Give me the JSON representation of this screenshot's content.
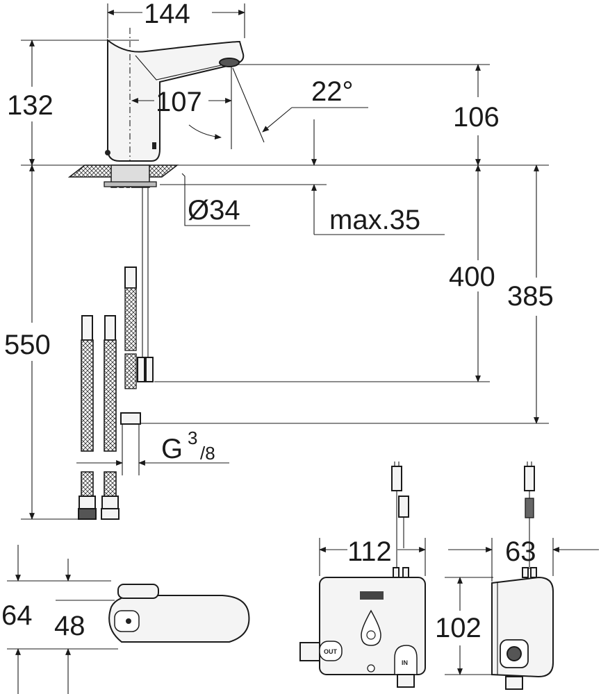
{
  "dimensions": {
    "width_top": "144",
    "height_spout": "132",
    "reach": "107",
    "angle": "22°",
    "spout_to_deck": "106",
    "hole_diameter": "Ø34",
    "deck_thickness": "max.35",
    "hose_length": "550",
    "cable_length": "400",
    "connection_height": "385",
    "thread_main": "G",
    "thread_sup": "3",
    "thread_sub": "/8",
    "box_width": "112",
    "box_depth": "63",
    "box_height": "102",
    "handle_total": "64",
    "handle_body": "48"
  },
  "labels": {
    "port_out": "OUT",
    "port_in": "IN"
  },
  "colors": {
    "line": "#1a1a1a",
    "background": "#ffffff"
  }
}
